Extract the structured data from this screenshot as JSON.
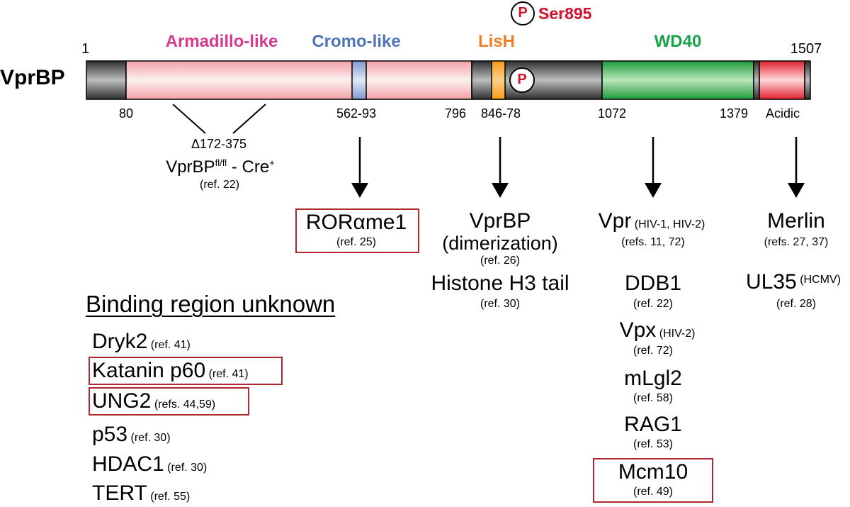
{
  "protein": {
    "name": "VprBP",
    "start": "1",
    "end": "1507"
  },
  "phospho_top": {
    "symbol": "P",
    "site": "Ser895"
  },
  "phospho_bar": {
    "symbol": "P"
  },
  "domains": [
    {
      "label": "Armadillo-like",
      "color": "#d63a8f"
    },
    {
      "label": "Cromo-like",
      "color": "#4f74b7"
    },
    {
      "label": "LisH",
      "color": "#ef7f22"
    },
    {
      "label": "WD40",
      "color": "#19a348"
    }
  ],
  "colors": {
    "armadillo_fill": "#f3a3a8",
    "cromo_fill": "#8fa5d6",
    "lish_fill": "#f7a31c",
    "wd40_fill": "#33b34c",
    "acidic_fill": "#e8333b",
    "backbone": "#555555",
    "box": "#b0282e",
    "phospho_red": "#d0122b"
  },
  "positions": {
    "p80": "80",
    "p562": "562-93",
    "p796": "796",
    "p846": "846-78",
    "p1072": "1072",
    "p1379": "1379",
    "acidic": "Acidic"
  },
  "deletion": {
    "range": "Δ172-375",
    "mouse": "VprBP",
    "sup1": "fl/fl",
    "mid": " - Cre",
    "sup2": "+",
    "ref": "(ref. 22)"
  },
  "binders": {
    "cromo": [
      {
        "name": "RORαme1",
        "ref": "(ref. 25)"
      }
    ],
    "lish": [
      {
        "name": "VprBP",
        "name2": "(dimerization)",
        "ref": "(ref. 26)"
      },
      {
        "name": "Histone H3 tail",
        "ref": "(ref. 30)"
      }
    ],
    "wd40": [
      {
        "name": "Vpr",
        "note": "(HIV-1, HIV-2)",
        "ref": "(refs. 11, 72)"
      },
      {
        "name": "DDB1",
        "ref": "(ref. 22)"
      },
      {
        "name": "Vpx",
        "note": "(HIV-2)",
        "ref": "(ref. 72)"
      },
      {
        "name": "mLgl2",
        "ref": "(ref. 58)"
      },
      {
        "name": "RAG1",
        "ref": "(ref. 53)"
      },
      {
        "name": "Mcm10",
        "ref": "(ref. 49)"
      }
    ],
    "acidic": [
      {
        "name": "Merlin",
        "ref": "(refs. 27, 37)"
      },
      {
        "name": "UL35",
        "note": "(HCMV)",
        "ref": "(ref. 28)"
      }
    ]
  },
  "unknown": {
    "title": "Binding region unknown",
    "items": [
      {
        "name": "Dryk2",
        "ref": "(ref. 41)"
      },
      {
        "name": "Katanin p60",
        "ref": "(ref. 41)"
      },
      {
        "name": "UNG2",
        "ref": "(refs. 44,59)"
      },
      {
        "name": "p53",
        "ref": "(ref. 30)"
      },
      {
        "name": "HDAC1",
        "ref": "(ref. 30)"
      },
      {
        "name": "TERT",
        "ref": "(ref. 55)"
      }
    ]
  }
}
